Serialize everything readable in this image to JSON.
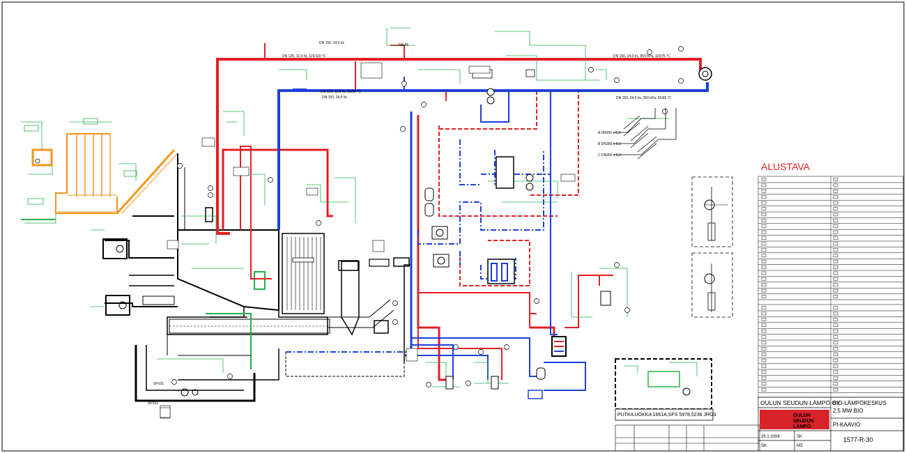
{
  "status_stamp": "ALUSTAVA",
  "pipe_labels": [
    "DN 150, 24,0 l/s",
    "DN 125, 11,9 l/s, 115/110 °C",
    "DN 125, 11,9 l/s, 55/60 °C",
    "DN 150, 24,0 l/s",
    "DN 150, 24,0 l/s, 850 kPa, 115/75 °C",
    "DN 150, 24,0 l/s, 250 kPa, 55/45 °C",
    "DN 65"
  ],
  "pipe_sizes": [
    "A  DN350 x 6,3",
    "B  DN350 x 6,3",
    "C  DN350 x 6,3"
  ],
  "pipe_class": "PUTKILUOKKA 1661A,SFS 5978,5236 JRG3",
  "equipment_tags": [
    "SP101",
    "SP102"
  ],
  "title_block": {
    "company": "OULUN SEUDUN LÄMPÖ OY",
    "project": "BIO-LÄMPÖKESKUS",
    "capacity": "2,5 MW BIO",
    "drawing_title": "PI-KAAVIO",
    "date": "25.1.2008",
    "drawing_no": "1577-R-30",
    "logo_text": [
      "OULUN",
      "SEUDUN",
      "LÄMPÖ"
    ],
    "sheet": "SK",
    "drawn_by": "SK",
    "checked_by": "MS"
  },
  "colors": {
    "supply": "#e31e24",
    "return": "#1d3fd6",
    "auxiliary": "#22b14c",
    "fuel": "#f7941d",
    "logo_bg": "#d8232a"
  }
}
